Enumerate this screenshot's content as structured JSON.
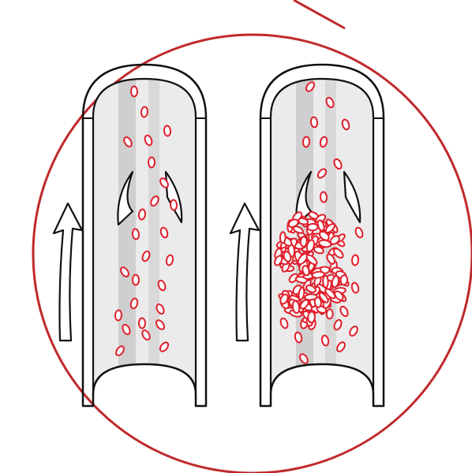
{
  "colors": {
    "background": "#ffffff",
    "magnifier_ring": "#c0292b",
    "outline": "#111111",
    "vessel_interior": "#ebebeb",
    "vessel_shade": "#c9c9c9",
    "blood_cell": "#e01e2b"
  },
  "icons": {
    "flow_arrow": "arrow-up-icon",
    "valve": "valve-leaflet-icon",
    "cell": "blood-cell-icon"
  },
  "panels": [
    {
      "id": "normal-vein",
      "clot": false,
      "scattered_cells": 26
    },
    {
      "id": "vein-with-clot",
      "clot": true,
      "scattered_cells": 20,
      "clot_cells": 160
    }
  ]
}
